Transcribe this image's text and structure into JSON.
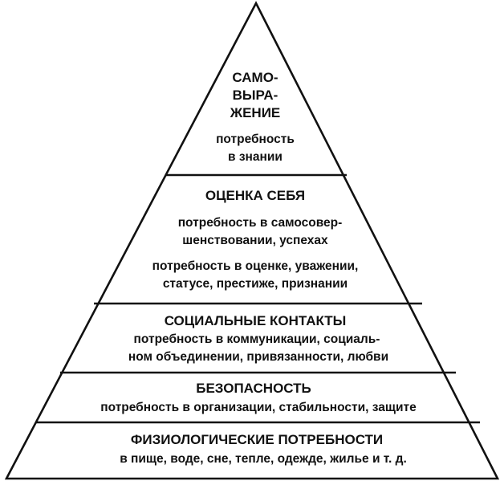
{
  "pyramid": {
    "levels": [
      {
        "heading": [
          "САМО-",
          "ВЫРА-",
          "ЖЕНИЕ"
        ],
        "details": [
          "потребность",
          "в знании"
        ]
      },
      {
        "heading": [
          "ОЦЕНКА СЕБЯ"
        ],
        "details": [
          "потребность в самосовер-",
          "шенствовании, успехах",
          "потребность в оценке, уважении,",
          "статусе, престиже, признании"
        ]
      },
      {
        "heading": [
          "СОЦИАЛЬНЫЕ КОНТАКТЫ"
        ],
        "details": [
          "потребность в коммуникации, социаль-",
          "ном объединении, привязанности, любви"
        ]
      },
      {
        "heading": [
          "БЕЗОПАСНОСТЬ"
        ],
        "details": [
          "потребность в организации, стабильности, защите"
        ]
      },
      {
        "heading": [
          "ФИЗИОЛОГИЧЕСКИЕ ПОТРЕБНОСТИ"
        ],
        "details": [
          "в пище, воде, сне, тепле, одежде, жилье и т. д."
        ]
      }
    ]
  }
}
